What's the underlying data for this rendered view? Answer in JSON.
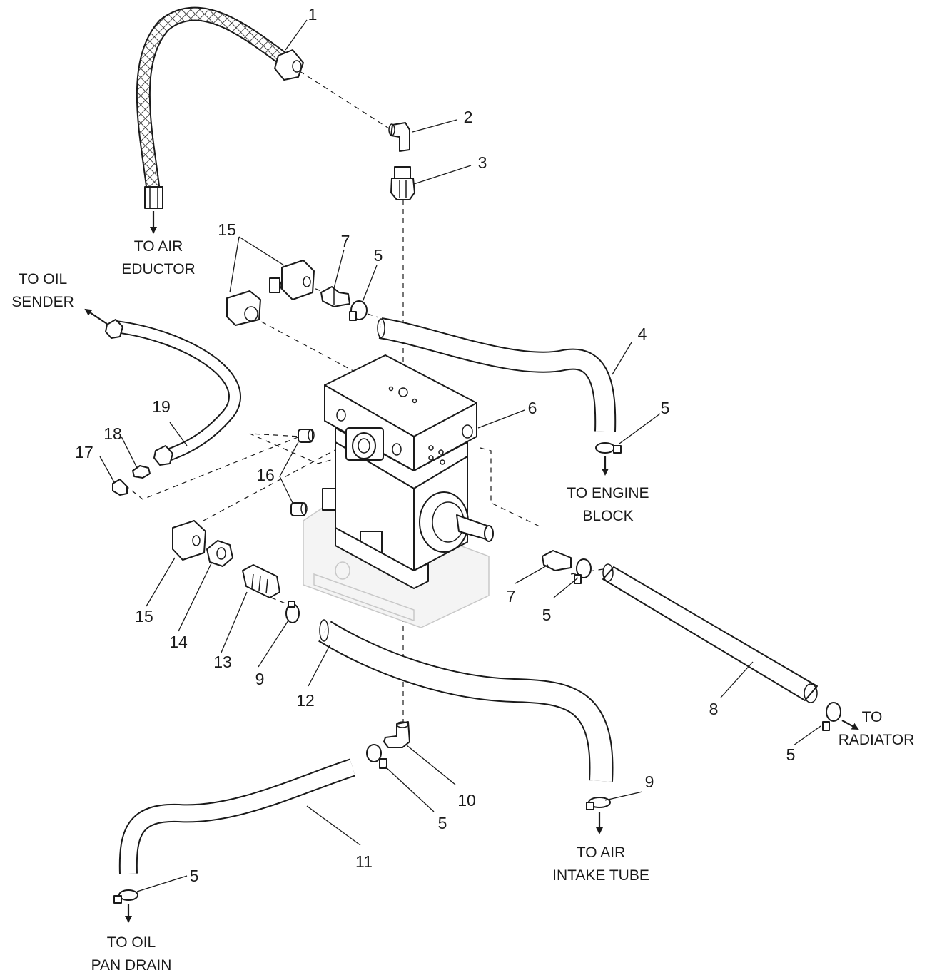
{
  "callouts": [
    "1",
    "2",
    "3",
    "4",
    "5",
    "6",
    "7",
    "8",
    "9",
    "10",
    "11",
    "12",
    "13",
    "14",
    "15",
    "16",
    "17",
    "18",
    "19"
  ],
  "destinations": {
    "air_eductor": [
      "TO AIR",
      "EDUCTOR"
    ],
    "oil_sender": [
      "TO OIL",
      "SENDER"
    ],
    "engine_block": [
      "TO ENGINE",
      "BLOCK"
    ],
    "radiator": [
      "TO",
      "RADIATOR"
    ],
    "air_intake_tube": [
      "TO AIR",
      "INTAKE TUBE"
    ],
    "oil_pan_drain": [
      "TO OIL",
      "PAN DRAIN"
    ]
  }
}
